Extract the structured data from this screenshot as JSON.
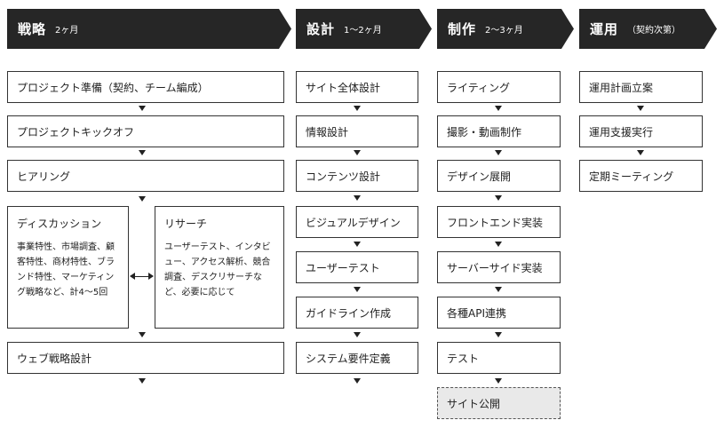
{
  "phases": [
    {
      "name": "戦略",
      "duration": "2ヶ月"
    },
    {
      "name": "設計",
      "duration": "1〜2ヶ月"
    },
    {
      "name": "制作",
      "duration": "2〜3ヶ月"
    },
    {
      "name": "運用",
      "duration": "（契約次第）"
    }
  ],
  "strategy": {
    "steps": [
      "プロジェクト準備（契約、チーム編成）",
      "プロジェクトキックオフ",
      "ヒアリング",
      "ウェブ戦略設計"
    ],
    "discussion": {
      "title": "ディスカッション",
      "desc": "事業特性、市場調査、顧客特性、商材特性、ブランド特性、マーケティング戦略など、計4〜5回"
    },
    "research": {
      "title": "リサーチ",
      "desc": "ユーザーテスト、インタビュー、アクセス解析、競合調査、デスクリサーチなど、必要に応じて"
    }
  },
  "design": {
    "steps": [
      "サイト全体設計",
      "情報設計",
      "コンテンツ設計",
      "ビジュアルデザイン",
      "ユーザーテスト",
      "ガイドライン作成",
      "システム要件定義"
    ]
  },
  "production": {
    "steps": [
      "ライティング",
      "撮影・動画制作",
      "デザイン展開",
      "フロントエンド実装",
      "サーバーサイド実装",
      "各種API連携",
      "テスト",
      "サイト公開"
    ]
  },
  "operation": {
    "steps": [
      "運用計画立案",
      "運用支援実行",
      "定期ミーティング"
    ]
  }
}
